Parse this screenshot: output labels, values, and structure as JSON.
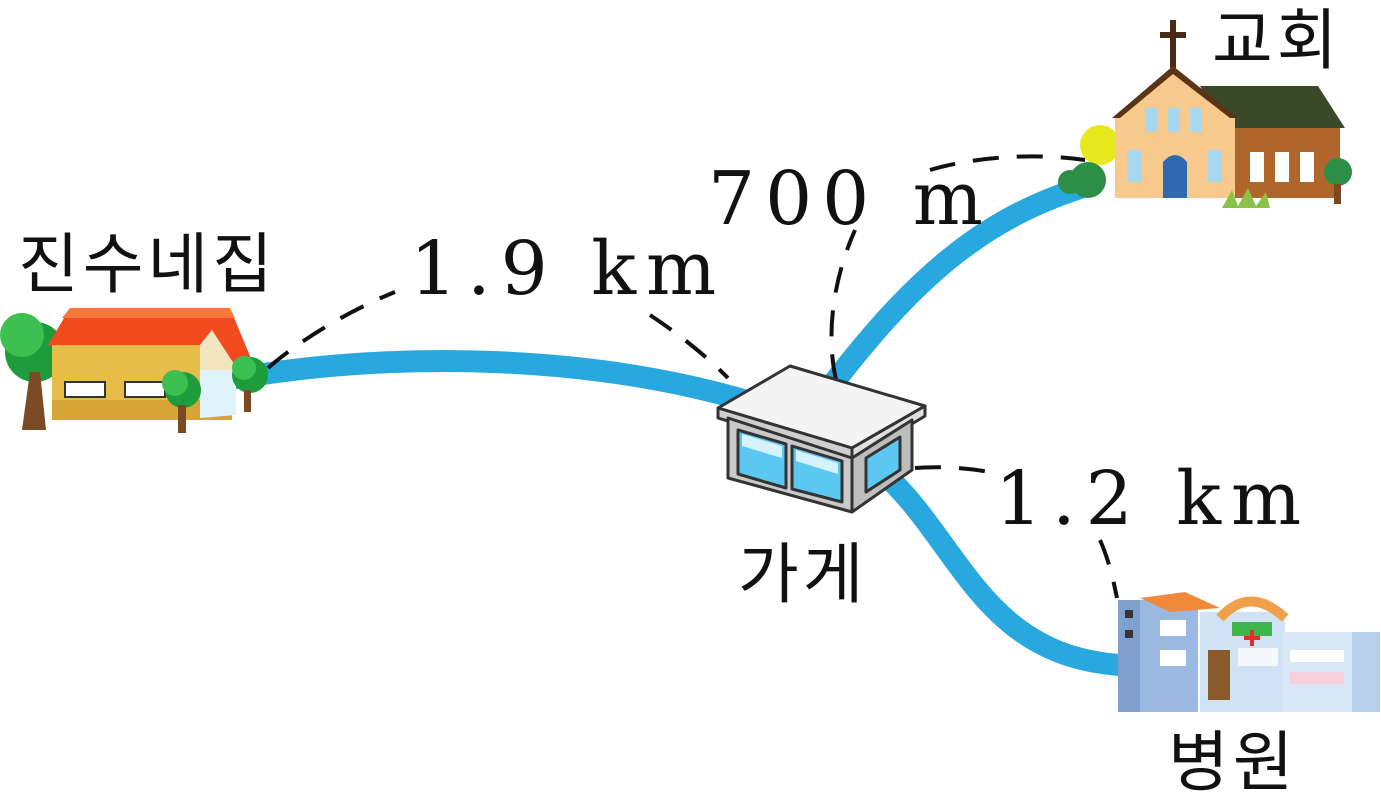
{
  "places": {
    "home": {
      "label": "진수네집"
    },
    "store": {
      "label": "가게"
    },
    "church": {
      "label": "교회"
    },
    "hospital": {
      "label": "병원"
    }
  },
  "distances": {
    "home_store": {
      "value": "1.9",
      "unit": "km",
      "text": "1.9 km"
    },
    "store_church": {
      "value": "700",
      "unit": "m",
      "text": "700 m"
    },
    "store_hospital": {
      "value": "1.2",
      "unit": "km",
      "text": "1.2 km"
    }
  },
  "colors": {
    "road": "#29a8e0",
    "dashed_line": "#111111"
  }
}
